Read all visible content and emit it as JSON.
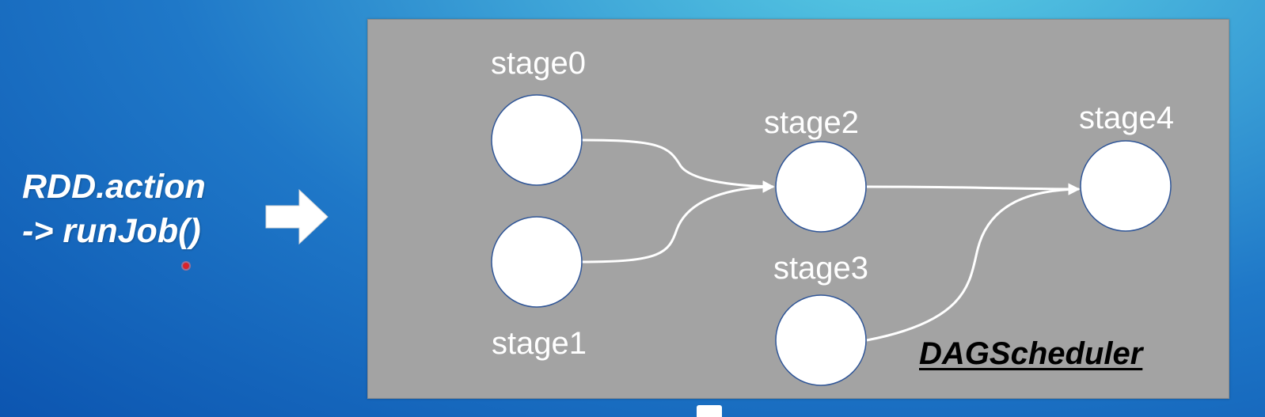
{
  "caption": {
    "line1": "RDD.action",
    "line2": "-> runJob()"
  },
  "diagram": {
    "title": "DAGScheduler",
    "nodes": [
      {
        "id": "stage0",
        "label": "stage0"
      },
      {
        "id": "stage1",
        "label": "stage1"
      },
      {
        "id": "stage2",
        "label": "stage2"
      },
      {
        "id": "stage3",
        "label": "stage3"
      },
      {
        "id": "stage4",
        "label": "stage4"
      }
    ],
    "edges": [
      {
        "from": "stage0",
        "to": "stage2"
      },
      {
        "from": "stage1",
        "to": "stage2"
      },
      {
        "from": "stage2",
        "to": "stage4"
      },
      {
        "from": "stage3",
        "to": "stage4"
      }
    ]
  },
  "colors": {
    "panel_bg": "#a3a3a3",
    "node_fill": "#ffffff",
    "node_stroke": "#2f5597",
    "edge": "#ffffff"
  }
}
